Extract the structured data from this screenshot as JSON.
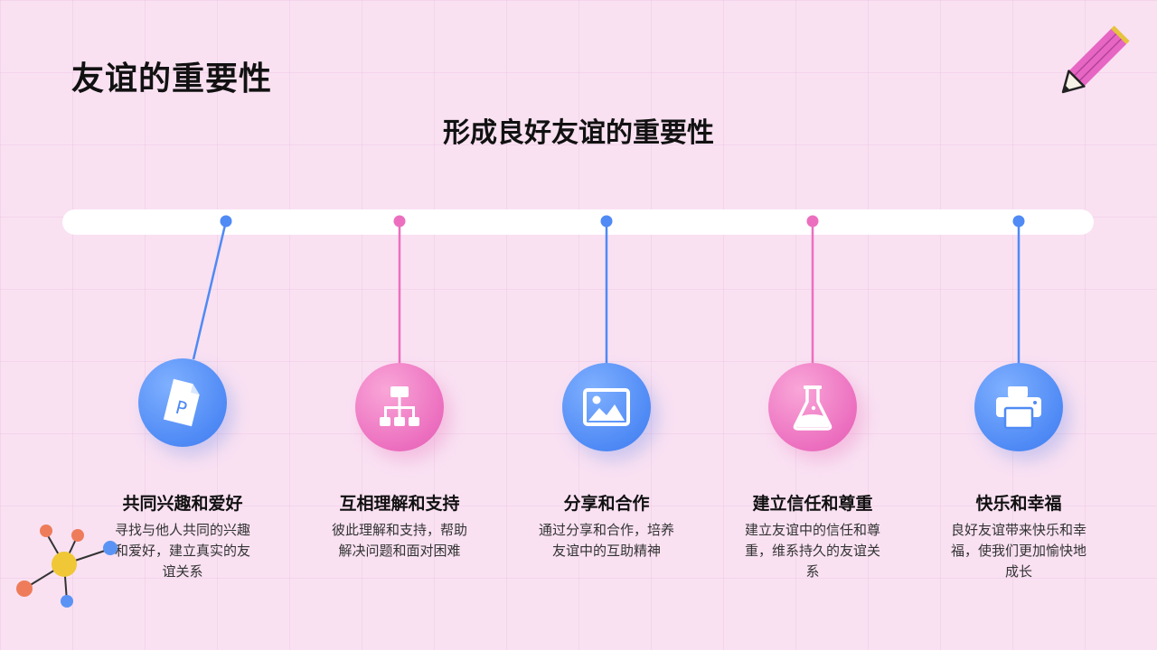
{
  "title": "友谊的重要性",
  "subtitle": "形成良好友谊的重要性",
  "colors": {
    "blue": "#4f8af5",
    "pink": "#ec6fbf",
    "background": "#f9e1f2"
  },
  "items": [
    {
      "title": "共同兴趣和爱好",
      "desc": "寻找与他人共同的兴趣和爱好，建立真实的友谊关系",
      "icon": "document-p-icon",
      "color": "blue"
    },
    {
      "title": "互相理解和支持",
      "desc": "彼此理解和支持，帮助解决问题和面对困难",
      "icon": "hierarchy-icon",
      "color": "pink"
    },
    {
      "title": "分享和合作",
      "desc": "通过分享和合作，培养友谊中的互助精神",
      "icon": "image-icon",
      "color": "blue"
    },
    {
      "title": "建立信任和尊重",
      "desc": "建立友谊中的信任和尊重，维系持久的友谊关系",
      "icon": "flask-icon",
      "color": "pink"
    },
    {
      "title": "快乐和幸福",
      "desc": "良好友谊带来快乐和幸福，使我们更加愉快地成长",
      "icon": "printer-icon",
      "color": "blue"
    }
  ]
}
